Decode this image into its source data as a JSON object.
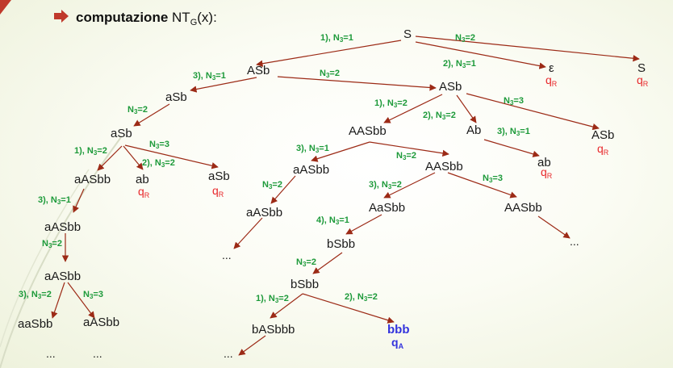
{
  "header": {
    "bold": "computazione",
    "nt": "NT",
    "sub": "G",
    "arg": "(x):"
  },
  "nodes": {
    "n1": "S",
    "n2": "ASb",
    "n3": "ε",
    "n4": "S",
    "n5": "aSb",
    "n6": "ASb",
    "n7": "aSb",
    "n8": "AASbb",
    "n9": "Ab",
    "n10": "ASb",
    "n11": "aASbb",
    "n12": "ab",
    "n13": "aSb",
    "n14": "aASbb",
    "n15": "AASbb",
    "n16": "ab",
    "n17": "aASbb",
    "n18": "aASbb",
    "n19": "AaSbb",
    "n20": "AASbb",
    "n21": "aASbb",
    "n22": "bSbb",
    "n23": "bSbb",
    "n24": "aaSbb",
    "n25": "aASbb",
    "n26": "bASbbb",
    "n27": "bbb"
  },
  "states": {
    "qr": "q",
    "qr_sub": "R",
    "qa": "q",
    "qa_sub": "A"
  },
  "edge_labels": {
    "l1": {
      "pre": "1), N",
      "sub": "3",
      "post": "=1"
    },
    "l2": {
      "pre": "N",
      "sub": "3",
      "post": "=2"
    },
    "l3": {
      "pre": "2), N",
      "sub": "3",
      "post": "=1"
    },
    "l4": {
      "pre": "3), N",
      "sub": "3",
      "post": "=1"
    },
    "l5": {
      "pre": "N",
      "sub": "3",
      "post": "=2"
    },
    "l6": {
      "pre": "N",
      "sub": "3",
      "post": "=2"
    },
    "l7": {
      "pre": "1), N",
      "sub": "3",
      "post": "=2"
    },
    "l8": {
      "pre": "2), N",
      "sub": "3",
      "post": "=2"
    },
    "l9": {
      "pre": "N",
      "sub": "3",
      "post": "=3"
    },
    "l10": {
      "pre": "3), N",
      "sub": "3",
      "post": "=1"
    },
    "l11": {
      "pre": "1), N",
      "sub": "3",
      "post": "=2"
    },
    "l12": {
      "pre": "N",
      "sub": "3",
      "post": "=3"
    },
    "l13": {
      "pre": "2), N",
      "sub": "3",
      "post": "=2"
    },
    "l14": {
      "pre": "3), N",
      "sub": "3",
      "post": "=1"
    },
    "l15": {
      "pre": "N",
      "sub": "3",
      "post": "=2"
    },
    "l16": {
      "pre": "3), N",
      "sub": "3",
      "post": "=1"
    },
    "l17": {
      "pre": "N",
      "sub": "3",
      "post": "=2"
    },
    "l18": {
      "pre": "3), N",
      "sub": "3",
      "post": "=2"
    },
    "l19": {
      "pre": "N",
      "sub": "3",
      "post": "=3"
    },
    "l20": {
      "pre": "N",
      "sub": "3",
      "post": "=2"
    },
    "l21": {
      "pre": "4), N",
      "sub": "3",
      "post": "=1"
    },
    "l22": {
      "pre": "N",
      "sub": "3",
      "post": "=2"
    },
    "l23": {
      "pre": "3), N",
      "sub": "3",
      "post": "=2"
    },
    "l24": {
      "pre": "N",
      "sub": "3",
      "post": "=3"
    },
    "l25": {
      "pre": "1), N",
      "sub": "3",
      "post": "=2"
    },
    "l26": {
      "pre": "2), N",
      "sub": "3",
      "post": "=2"
    }
  },
  "ellipsis": "..."
}
